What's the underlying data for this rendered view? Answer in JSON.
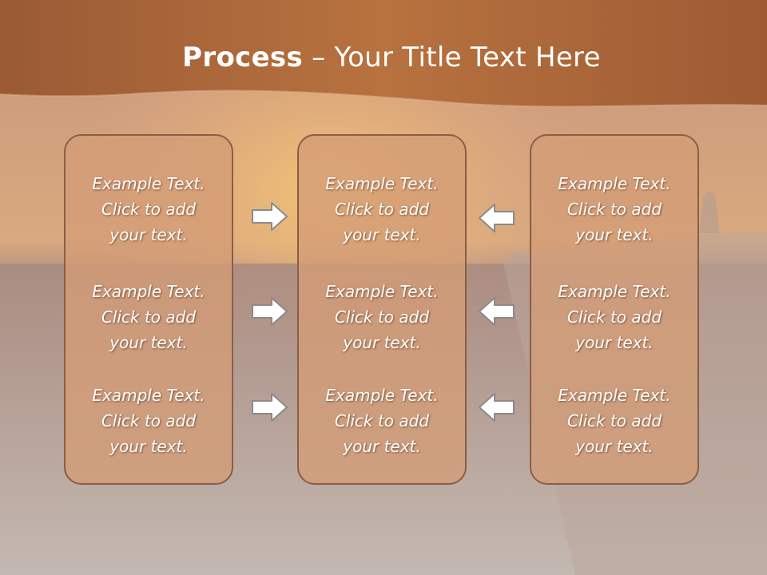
{
  "title": {
    "bold": "Process",
    "rest": " – Your Title Text Here"
  },
  "columns": [
    {
      "items": [
        "Example Text.\nClick  to add\nyour text.",
        "Example Text.\nClick  to add\nyour text.",
        "Example Text.\nClick  to add\nyour text."
      ]
    },
    {
      "items": [
        "Example Text.\nClick  to add\nyour text.",
        "Example Text.\nClick  to add\nyour text.",
        "Example Text.\nClick  to add\nyour text."
      ]
    },
    {
      "items": [
        "Example Text.\nClick  to add\nyour text.",
        "Example Text.\nClick  to add\nyour text.",
        "Example Text.\nClick  to add\nyour text."
      ]
    }
  ],
  "arrows": {
    "left_group": "right-arrow-icon",
    "right_group": "left-arrow-icon"
  },
  "colors": {
    "header_band": "#b06a3c",
    "box_fill": "#d49c76",
    "box_border": "#8a5e45",
    "arrow_fill": "#ffffff",
    "arrow_stroke": "#8a8a8a"
  }
}
